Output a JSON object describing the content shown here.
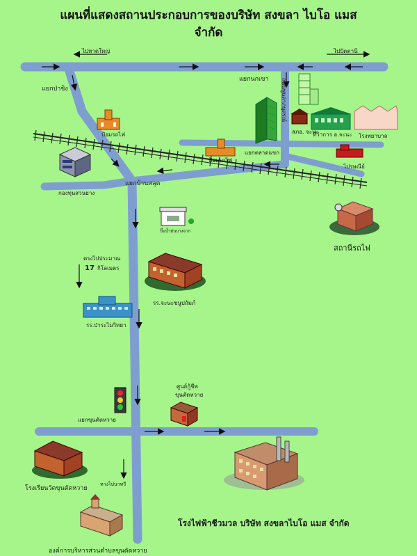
{
  "title": {
    "line1": "แผนที่แสดงสถานประกอบการของบริษัท สงขลา ไบโอ แมส",
    "line2": "จำกัด"
  },
  "colors": {
    "background": "#a6f58a",
    "road": "#7f9ed0",
    "rail": "#222222"
  },
  "directions": {
    "to_hatyai": "ไปหาดใหญ่",
    "to_pattani": "ไปปัตตานี",
    "to_thaphi": "ทางไปนาทวี"
  },
  "junctions": {
    "pracha": "แยกป่าชิง",
    "nonkhao": "แยกนกเขา",
    "talad": "แยกตลาดแขก",
    "ban_salut": "แยกบ้านสลุต",
    "khun_tat_wai": "แยกขุนตัดหวาย"
  },
  "landmarks": {
    "station_post": "ป้อมรถไฟ",
    "rail_post": "ป้อมรถไฟ",
    "police": "สภอ. จะนะ",
    "district_office": "ที่ว่าการ อ.จะนะ",
    "hospital": "โรงพยาบาล",
    "post_office": "ไปรษณีย์",
    "rubber_office": "กองทุนสวนยาง",
    "gas_station": "ปั๊มน้ำมันบางจาก",
    "railway_station": "สถานีรถไฟ",
    "school_chana": "รร.จะนะชนูปถัมภ์",
    "school_pramai": "รร.ป่าระไมวิทยา",
    "health_center_line1": "ศูนย์กู้ชีพ",
    "health_center_line2": "ขุนตัดหวาย",
    "temple_school": "โรงเรียนวัดขุนตัดหวาย",
    "tao_office": "องค์การบริหารส่วนตำบลขุนตัดหวาย",
    "power_plant": "โรงไฟฟ้าชีวมวล บริษัท สงขลาไบโอ แมส จำกัด",
    "vertical_road": "ถนนพูนลาภนุสรณ์"
  },
  "distance": {
    "line1": "ตรงไปประมาณ",
    "value": "17",
    "unit": "กิโลเมตร"
  },
  "icons": {
    "traffic_light": "traffic-light-icon",
    "factory": "factory-icon",
    "school": "school-building-icon"
  }
}
